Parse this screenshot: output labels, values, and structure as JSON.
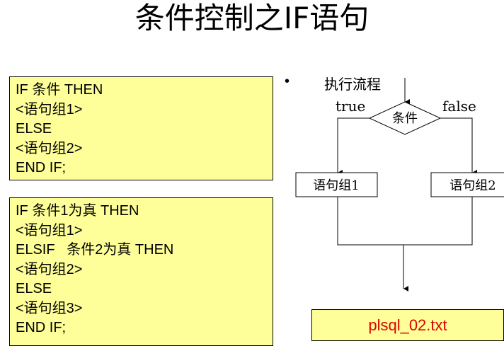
{
  "title": "条件控制之IF语句",
  "code_box_1": {
    "lines": [
      "IF 条件 THEN",
      "<语句组1>",
      "ELSE",
      "<语句组2>",
      "END IF;"
    ]
  },
  "code_box_2": {
    "lines": [
      "IF 条件1为真 THEN",
      "<语句组1>",
      "ELSIF   条件2为真 THEN",
      "<语句组2>",
      "ELSE",
      "<语句组3>",
      "END IF;"
    ]
  },
  "flowchart": {
    "bullet": "•",
    "heading": "执行流程",
    "condition": "条件",
    "true_label": "true",
    "false_label": "false",
    "branch_1": "语句组1",
    "branch_2": "语句组2"
  },
  "file_label": "plsql_02.txt",
  "colors": {
    "box_fill": "#ffff99",
    "file_text": "#e00000"
  }
}
